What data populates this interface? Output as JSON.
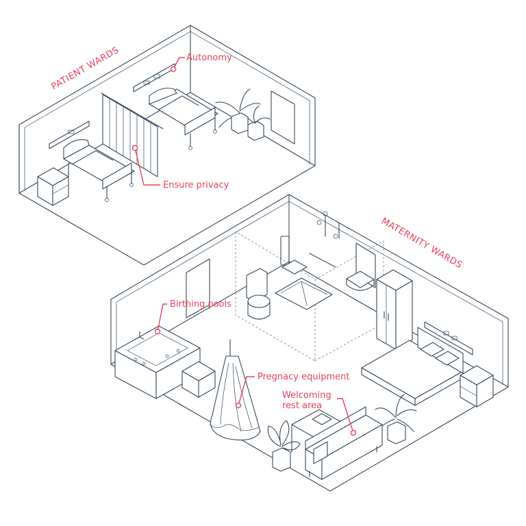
{
  "rooms": {
    "patient": "PATIENT WARDS",
    "maternity": "MATERNITY WARDS"
  },
  "labels": {
    "autonomy": "Autonomy",
    "privacy": "Ensure privacy",
    "pools": "Birthing pools",
    "pregnancy": "Pregnacy equipment",
    "welcoming_line1": "Welcoming",
    "welcoming_line2": "rest area"
  },
  "colors": {
    "accent": "#e8415a",
    "line": "#33475a"
  }
}
